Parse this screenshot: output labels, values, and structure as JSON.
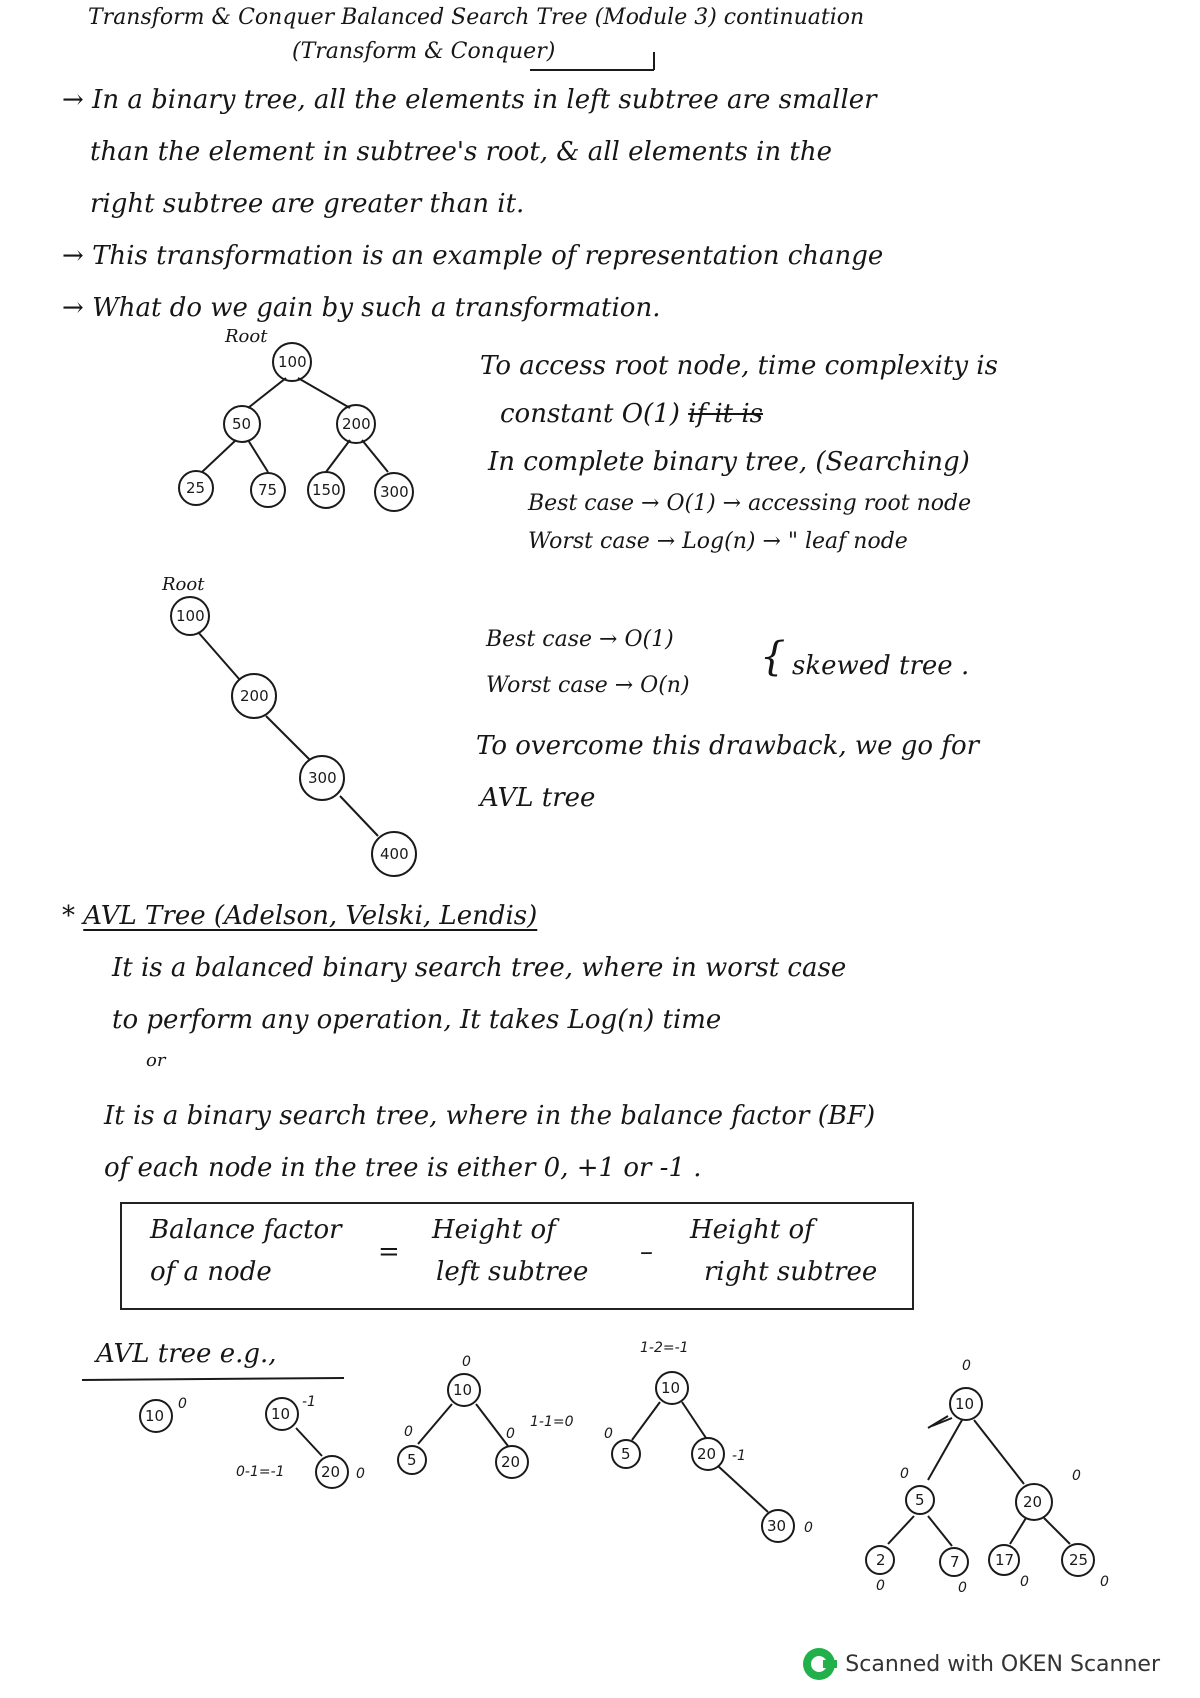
{
  "title": "Transform & Conquer Balanced Search Tree (Module 3) continuation",
  "subtitle": "(Transform & Conquer)",
  "bullets": [
    "In a binary tree, all the elements in left subtree are smaller",
    "than the element in subtree's root, & all elements in the",
    "right subtree are greater than it.",
    "This transformation is an example of representation change",
    "What do we gain by such a transformation."
  ],
  "notes": {
    "root_access": "To access root node, time complexity is",
    "constant": "constant O(1)",
    "struck": "if it is",
    "complete": "In complete binary tree, (Searching)",
    "best": "Best case → O(1) → accessing root node",
    "worst": "Worst case → Log(n) → \" leaf node",
    "skew_best": "Best case → O(1)",
    "skew_worst": "Worst case → O(n)",
    "skew_label": "skewed tree .",
    "overcome1": "To overcome this drawback, we go for",
    "overcome2": "AVL tree"
  },
  "tree1": {
    "root_label": "Root",
    "nodes": [
      "100",
      "50",
      "200",
      "25",
      "75",
      "150",
      "300"
    ]
  },
  "tree2": {
    "root_label": "Root",
    "nodes": [
      "100",
      "200",
      "300",
      "400"
    ]
  },
  "avl": {
    "heading": "AVL Tree (Adelson, Velski, Lendis)",
    "def1": "It is a balanced binary search tree, where in worst case",
    "def2": "to perform any operation, It takes Log(n) time",
    "or": "or",
    "def3": "It is a binary search tree, where in the balance factor (BF)",
    "def4": "of each node in the tree is either 0, +1 or -1 ."
  },
  "formula": {
    "lhs1": "Balance factor",
    "lhs2": "of a node",
    "eq": "=",
    "t1a": "Height of",
    "t1b": "left subtree",
    "minus": "–",
    "t2a": "Height of",
    "t2b": "right subtree"
  },
  "examples": {
    "label": "AVL tree e.g.,",
    "e1": {
      "node": "10",
      "bf": "0"
    },
    "e2": {
      "root": "10",
      "root_bf": "-1",
      "child": "20",
      "child_bf": "0",
      "calc": "0-1=-1"
    },
    "e3": {
      "root": "10",
      "root_bf": "0",
      "calc": "1-1=0",
      "left": "5",
      "left_bf": "0",
      "right": "20",
      "right_bf": "0"
    },
    "e4": {
      "calc": "1-2=-1",
      "root": "10",
      "left": "5",
      "left_bf": "0",
      "right": "20",
      "right_bf": "-1",
      "rr": "30",
      "rr_bf": "0"
    },
    "e5": {
      "root": "10",
      "root_bf": "0",
      "left": "5",
      "left_bf": "0",
      "right": "20",
      "right_bf": "0",
      "ll": "2",
      "lr": "7",
      "rl": "17",
      "rr": "25",
      "leaf_bf": "0"
    }
  },
  "footer": "Scanned with OKEN Scanner"
}
